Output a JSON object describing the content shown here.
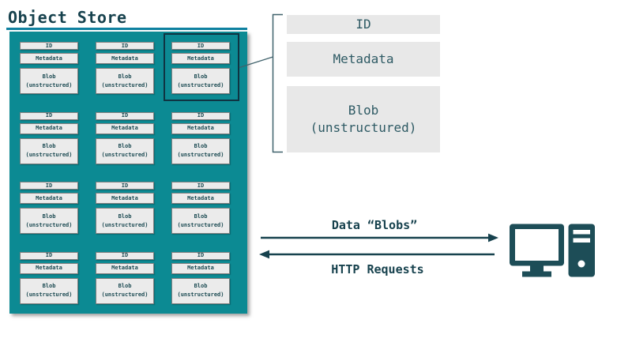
{
  "page": {
    "title": "Object Store"
  },
  "object_store": {
    "cells": [
      {
        "id_label": "ID",
        "metadata_label": "Metadata",
        "blob_line1": "Blob",
        "blob_line2": "(unstructured)"
      },
      {
        "id_label": "ID",
        "metadata_label": "Metadata",
        "blob_line1": "Blob",
        "blob_line2": "(unstructured)"
      },
      {
        "id_label": "ID",
        "metadata_label": "Metadata",
        "blob_line1": "Blob",
        "blob_line2": "(unstructured)"
      },
      {
        "id_label": "ID",
        "metadata_label": "Metadata",
        "blob_line1": "Blob",
        "blob_line2": "(unstructured)"
      },
      {
        "id_label": "ID",
        "metadata_label": "Metadata",
        "blob_line1": "Blob",
        "blob_line2": "(unstructured)"
      },
      {
        "id_label": "ID",
        "metadata_label": "Metadata",
        "blob_line1": "Blob",
        "blob_line2": "(unstructured)"
      },
      {
        "id_label": "ID",
        "metadata_label": "Metadata",
        "blob_line1": "Blob",
        "blob_line2": "(unstructured)"
      },
      {
        "id_label": "ID",
        "metadata_label": "Metadata",
        "blob_line1": "Blob",
        "blob_line2": "(unstructured)"
      },
      {
        "id_label": "ID",
        "metadata_label": "Metadata",
        "blob_line1": "Blob",
        "blob_line2": "(unstructured)"
      },
      {
        "id_label": "ID",
        "metadata_label": "Metadata",
        "blob_line1": "Blob",
        "blob_line2": "(unstructured)"
      },
      {
        "id_label": "ID",
        "metadata_label": "Metadata",
        "blob_line1": "Blob",
        "blob_line2": "(unstructured)"
      },
      {
        "id_label": "ID",
        "metadata_label": "Metadata",
        "blob_line1": "Blob",
        "blob_line2": "(unstructured)"
      }
    ]
  },
  "callout": {
    "items": [
      {
        "label": "ID",
        "label2": ""
      },
      {
        "label": "Metadata",
        "label2": ""
      },
      {
        "label": "Blob",
        "label2": "(unstructured)"
      }
    ]
  },
  "arrows": {
    "to_client_label": "Data “Blobs”",
    "to_store_label": "HTTP Requests"
  },
  "icons": {
    "client": "computer-icon"
  },
  "colors": {
    "panel_teal": "#0c8a93",
    "dark_teal": "#17424e",
    "icon_teal": "#1d4d57",
    "cell_bg": "#ebebeb",
    "callout_bg": "#e8e8e8",
    "underline_teal": "#0f81a0"
  }
}
